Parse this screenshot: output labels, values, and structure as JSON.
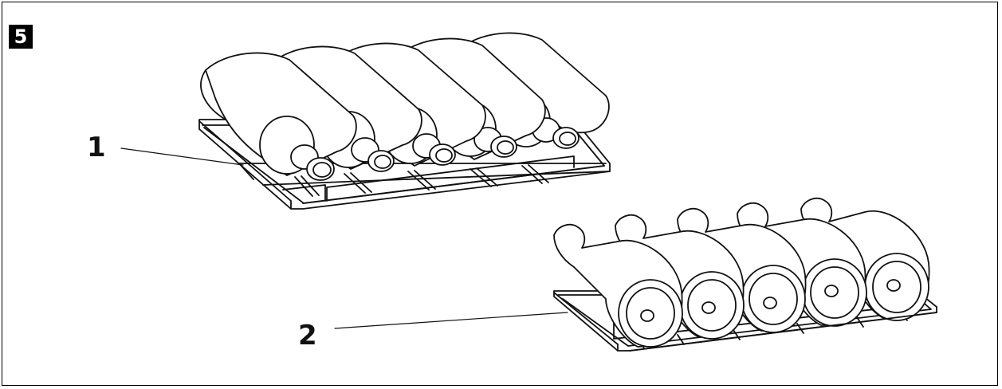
{
  "figure": {
    "number": "5"
  },
  "callouts": [
    {
      "label": "1"
    },
    {
      "label": "2"
    }
  ],
  "colors": {
    "line": "#111111",
    "background": "#ffffff",
    "badge": "#000000"
  }
}
